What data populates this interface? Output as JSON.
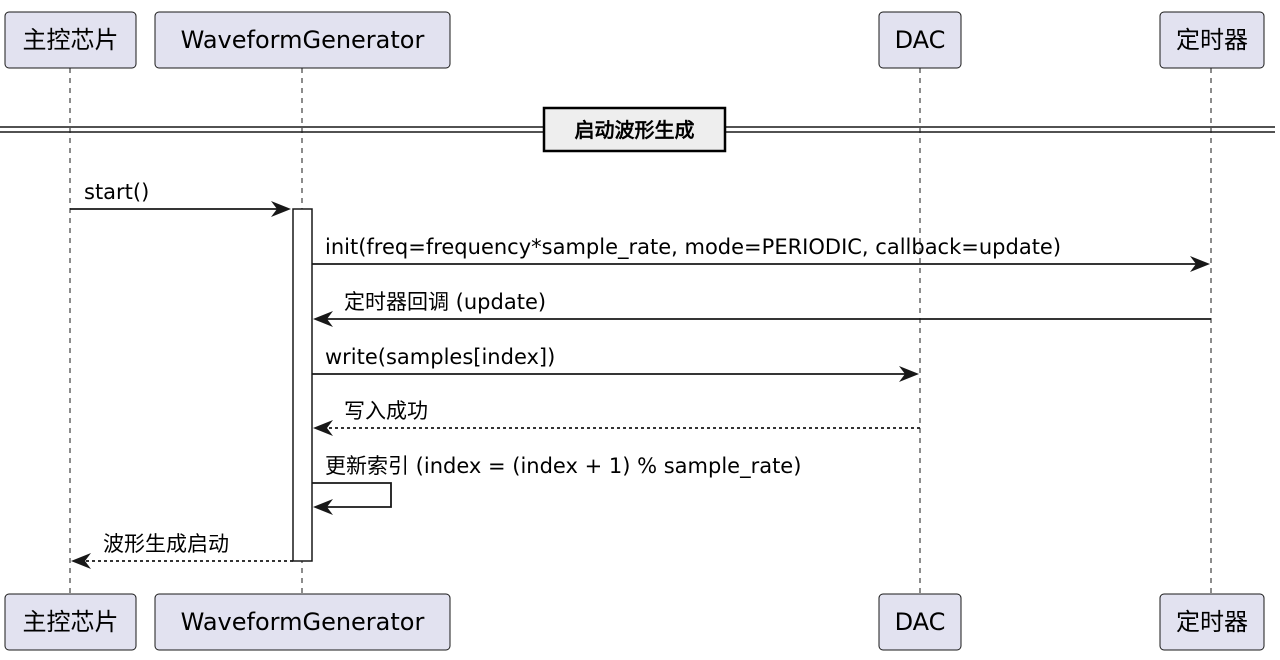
{
  "participants": [
    {
      "id": "main",
      "label": "主控芯片"
    },
    {
      "id": "wg",
      "label": "WaveformGenerator"
    },
    {
      "id": "dac",
      "label": "DAC"
    },
    {
      "id": "timer",
      "label": "定时器"
    }
  ],
  "divider": {
    "label": "启动波形生成"
  },
  "messages": [
    {
      "id": "m1",
      "label": "start()",
      "from": "main",
      "to": "wg",
      "style": "solid"
    },
    {
      "id": "m2",
      "label": "init(freq=frequency*sample_rate, mode=PERIODIC, callback=update)",
      "from": "wg",
      "to": "timer",
      "style": "solid"
    },
    {
      "id": "m3",
      "label": "定时器回调 (update)",
      "from": "timer",
      "to": "wg",
      "style": "solid"
    },
    {
      "id": "m4",
      "label": "write(samples[index])",
      "from": "wg",
      "to": "dac",
      "style": "solid"
    },
    {
      "id": "m5",
      "label": "写入成功",
      "from": "dac",
      "to": "wg",
      "style": "dashed"
    },
    {
      "id": "m6",
      "label": "更新索引 (index = (index + 1) % sample_rate)",
      "from": "wg",
      "to": "wg",
      "style": "solid"
    },
    {
      "id": "m7",
      "label": "波形生成启动",
      "from": "wg",
      "to": "main",
      "style": "dashed"
    }
  ]
}
